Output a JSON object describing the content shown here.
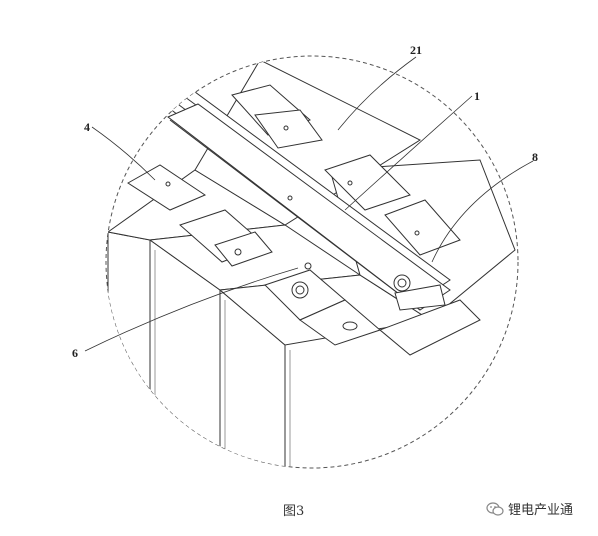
{
  "figure": {
    "caption": "图3",
    "labels": {
      "part_21": "21",
      "part_1": "1",
      "part_4": "4",
      "part_8": "8",
      "part_6": "6"
    }
  },
  "watermark": {
    "text": "锂电产业通",
    "icon": "wechat-icon"
  }
}
